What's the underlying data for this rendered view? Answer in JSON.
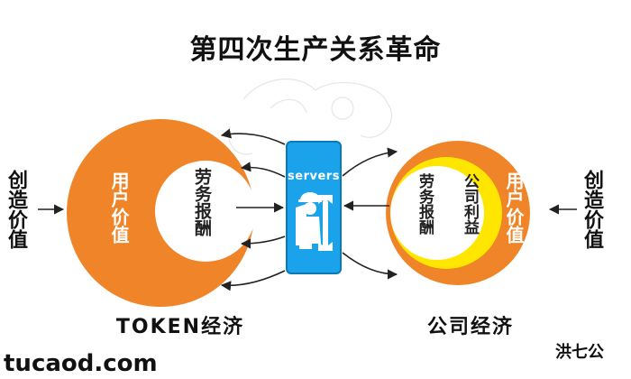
{
  "title": "第四次生产关系革命",
  "left": {
    "input_label": "创造价值",
    "outer_label": "用户价值",
    "inner_label": "劳务报酬",
    "caption": "TOKEN经济"
  },
  "center": {
    "server_label": "servers",
    "icon": "worker-with-wrench-icon"
  },
  "right": {
    "input_label": "创造价值",
    "outer_label": "用户价值",
    "inner_labor_label": "劳务报酬",
    "inner_profit_label": "公司利益",
    "caption": "公司经济"
  },
  "watermarks": {
    "site": "tucaod.com",
    "author": "洪七公"
  },
  "colors": {
    "orange": "#ef8428",
    "yellow": "#ffe600",
    "server_blue": "#1aa3ea",
    "arrow": "#222222"
  }
}
